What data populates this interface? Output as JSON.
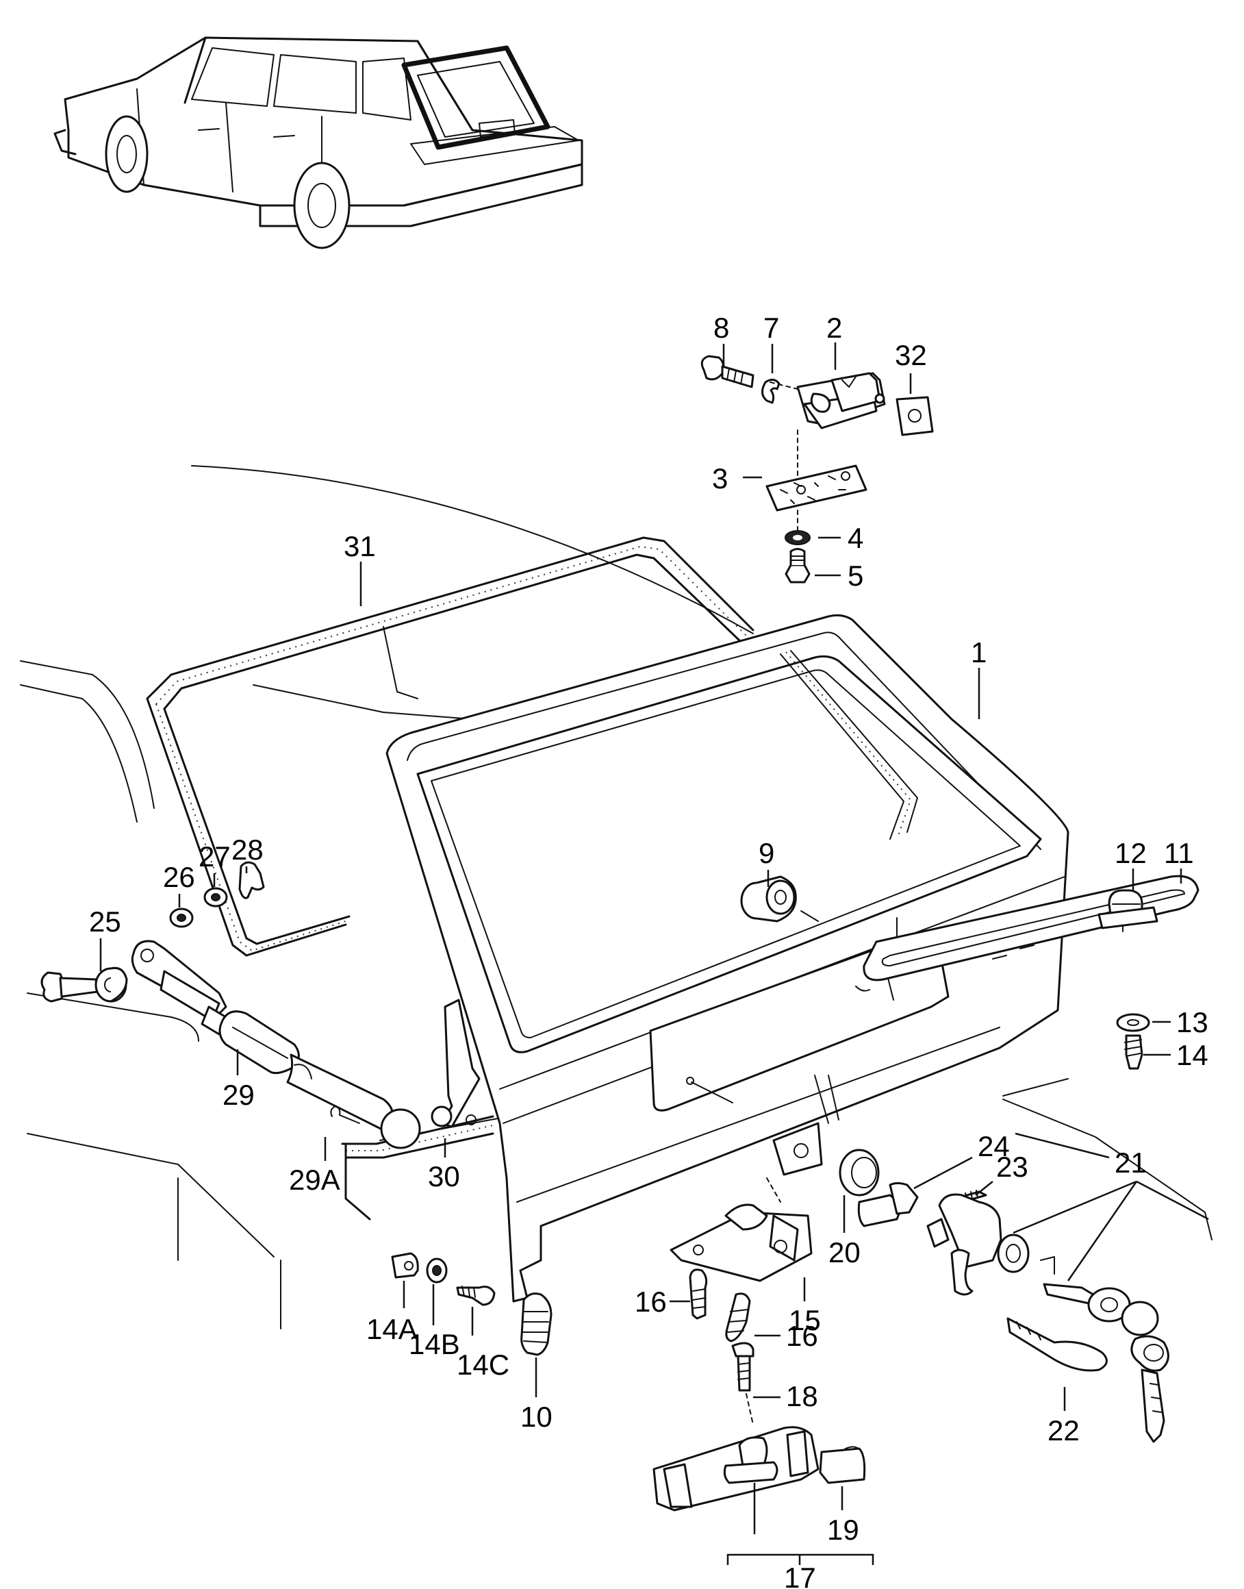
{
  "callouts": {
    "c1": "1",
    "c2": "2",
    "c3": "3",
    "c4": "4",
    "c5": "5",
    "c7": "7",
    "c8": "8",
    "c9": "9",
    "c10": "10",
    "c11": "11",
    "c12": "12",
    "c13": "13",
    "c14": "14",
    "c14a": "14A",
    "c14b": "14B",
    "c14c": "14C",
    "c15": "15",
    "c16a": "16",
    "c16b": "16",
    "c17": "17",
    "c18": "18",
    "c19": "19",
    "c20": "20",
    "c21": "21",
    "c22": "22",
    "c23": "23",
    "c24": "24",
    "c25": "25",
    "c26": "26",
    "c27": "27",
    "c28": "28",
    "c29": "29",
    "c29a": "29A",
    "c30": "30",
    "c31": "31",
    "c32": "32"
  }
}
